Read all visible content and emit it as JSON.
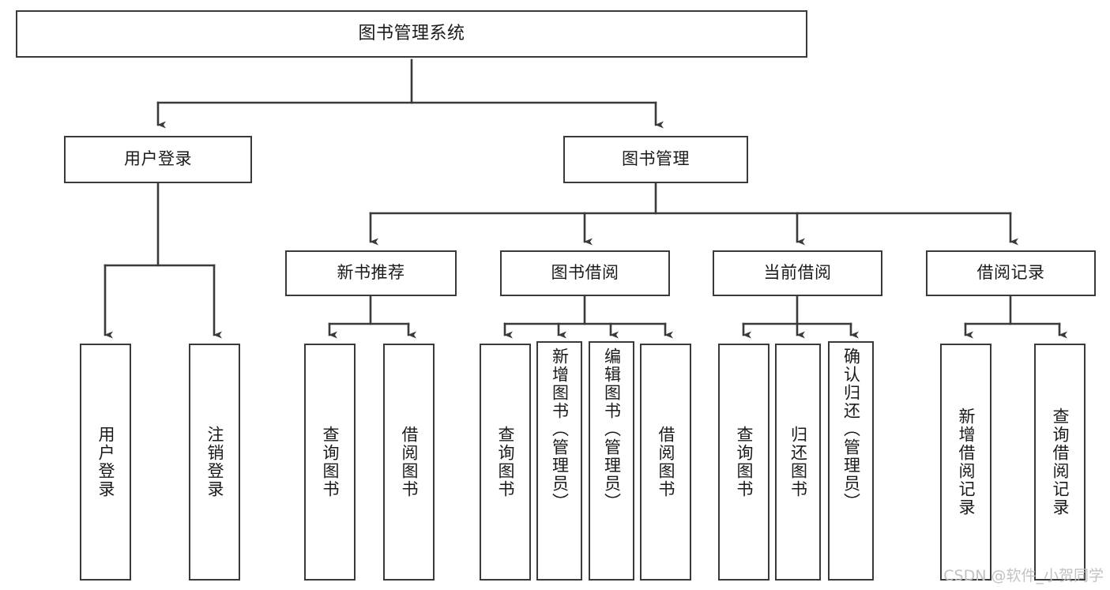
{
  "diagram": {
    "title": "图书管理系统",
    "type": "tree-hierarchy",
    "background_color": "#ffffff",
    "line_color": "#3a3a3a",
    "text_color": "#1a1a1a"
  },
  "watermark": {
    "text": "CSDN @软件_小贺同学",
    "color": "#c2c2c2"
  },
  "nodes": {
    "root": {
      "label": "图书管理系统"
    },
    "level2": [
      {
        "id": "user-login",
        "label": "用户登录"
      },
      {
        "id": "book-management",
        "label": "图书管理"
      }
    ],
    "level3": [
      {
        "id": "new-book-recommend",
        "label": "新书推荐"
      },
      {
        "id": "book-borrow",
        "label": "图书借阅"
      },
      {
        "id": "current-borrow",
        "label": "当前借阅"
      },
      {
        "id": "borrow-record",
        "label": "借阅记录"
      }
    ],
    "leaves": {
      "user_login": [
        {
          "id": "leaf-user-login",
          "label": "用户登录"
        },
        {
          "id": "leaf-logout-login",
          "label": "注销登录"
        }
      ],
      "new_book_recommend": [
        {
          "id": "leaf-query-book-1",
          "label": "查询图书"
        },
        {
          "id": "leaf-borrow-book-1",
          "label": "借阅图书"
        }
      ],
      "book_borrow": [
        {
          "id": "leaf-query-book-2",
          "label": "查询图书"
        },
        {
          "id": "leaf-add-book",
          "label": "新增图书（管理员）"
        },
        {
          "id": "leaf-edit-book",
          "label": "编辑图书（管理员）"
        },
        {
          "id": "leaf-borrow-book-2",
          "label": "借阅图书"
        }
      ],
      "current_borrow": [
        {
          "id": "leaf-query-book-3",
          "label": "查询图书"
        },
        {
          "id": "leaf-return-book",
          "label": "归还图书"
        },
        {
          "id": "leaf-confirm-return",
          "label": "确认归还（管理员）"
        }
      ],
      "borrow_record": [
        {
          "id": "leaf-add-record",
          "label": "新增借阅记录"
        },
        {
          "id": "leaf-query-record",
          "label": "查询借阅记录"
        }
      ]
    }
  }
}
